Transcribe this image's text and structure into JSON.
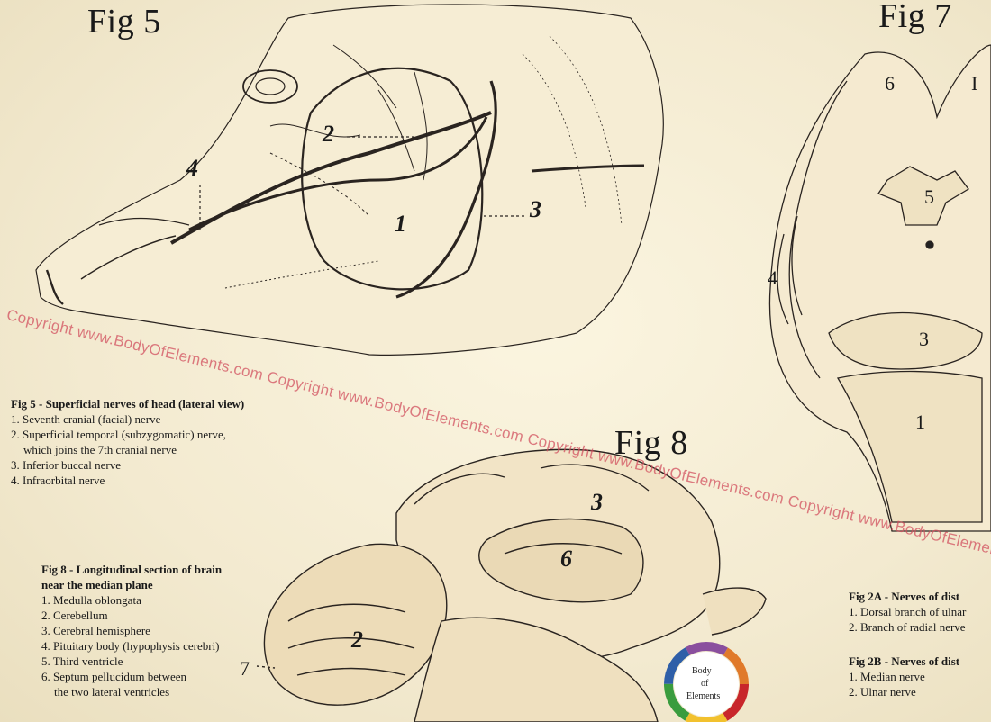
{
  "figures": {
    "fig5": {
      "title": "Fig 5",
      "labels": [
        "2",
        "4",
        "1",
        "3"
      ],
      "caption_heading": "Fig 5 - Superficial nerves of head (lateral view)",
      "caption_items": [
        "1. Seventh cranial (facial) nerve",
        "2. Superficial temporal (subzygomatic) nerve,",
        "which joins the 7th cranial nerve",
        "3. Inferior buccal nerve",
        "4. Infraorbital nerve"
      ]
    },
    "fig7": {
      "title": "Fig 7",
      "labels": [
        "6",
        "I",
        "5",
        "4",
        "3",
        "1"
      ]
    },
    "fig8": {
      "title": "Fig 8",
      "labels": [
        "3",
        "6",
        "2",
        "7"
      ],
      "caption_heading_line1": "Fig 8 - Longitudinal section of brain",
      "caption_heading_line2": "near the median plane",
      "caption_items": [
        "1. Medulla oblongata",
        "2. Cerebellum",
        "3. Cerebral hemisphere",
        "4. Pituitary body (hypophysis cerebri)",
        "5. Third ventricle",
        "6. Septum pellucidum between",
        "the two lateral ventricles"
      ]
    },
    "fig2a": {
      "caption_heading": "Fig 2A - Nerves of dist",
      "caption_items": [
        "1. Dorsal branch of ulnar",
        "2. Branch of radial nerve"
      ]
    },
    "fig2b": {
      "caption_heading": "Fig 2B - Nerves of dist",
      "caption_items": [
        "1. Median nerve",
        "2. Ulnar nerve"
      ]
    }
  },
  "watermark": "Copyright www.BodyOfElements.com Copyright www.BodyOfElements.com Copyright www.BodyOfElements.com Copyright www.BodyOfElements.com",
  "logo": {
    "line1": "Body",
    "line2": "of",
    "line3": "Elements"
  },
  "colors": {
    "paper": "#f4ecd2",
    "ink": "#1a1a1a",
    "watermark": "#d2505f",
    "logo_ring": [
      "#c8262b",
      "#f2c12e",
      "#3a9c3e",
      "#2f5fa8",
      "#8a4f9e",
      "#e07a2b"
    ]
  }
}
